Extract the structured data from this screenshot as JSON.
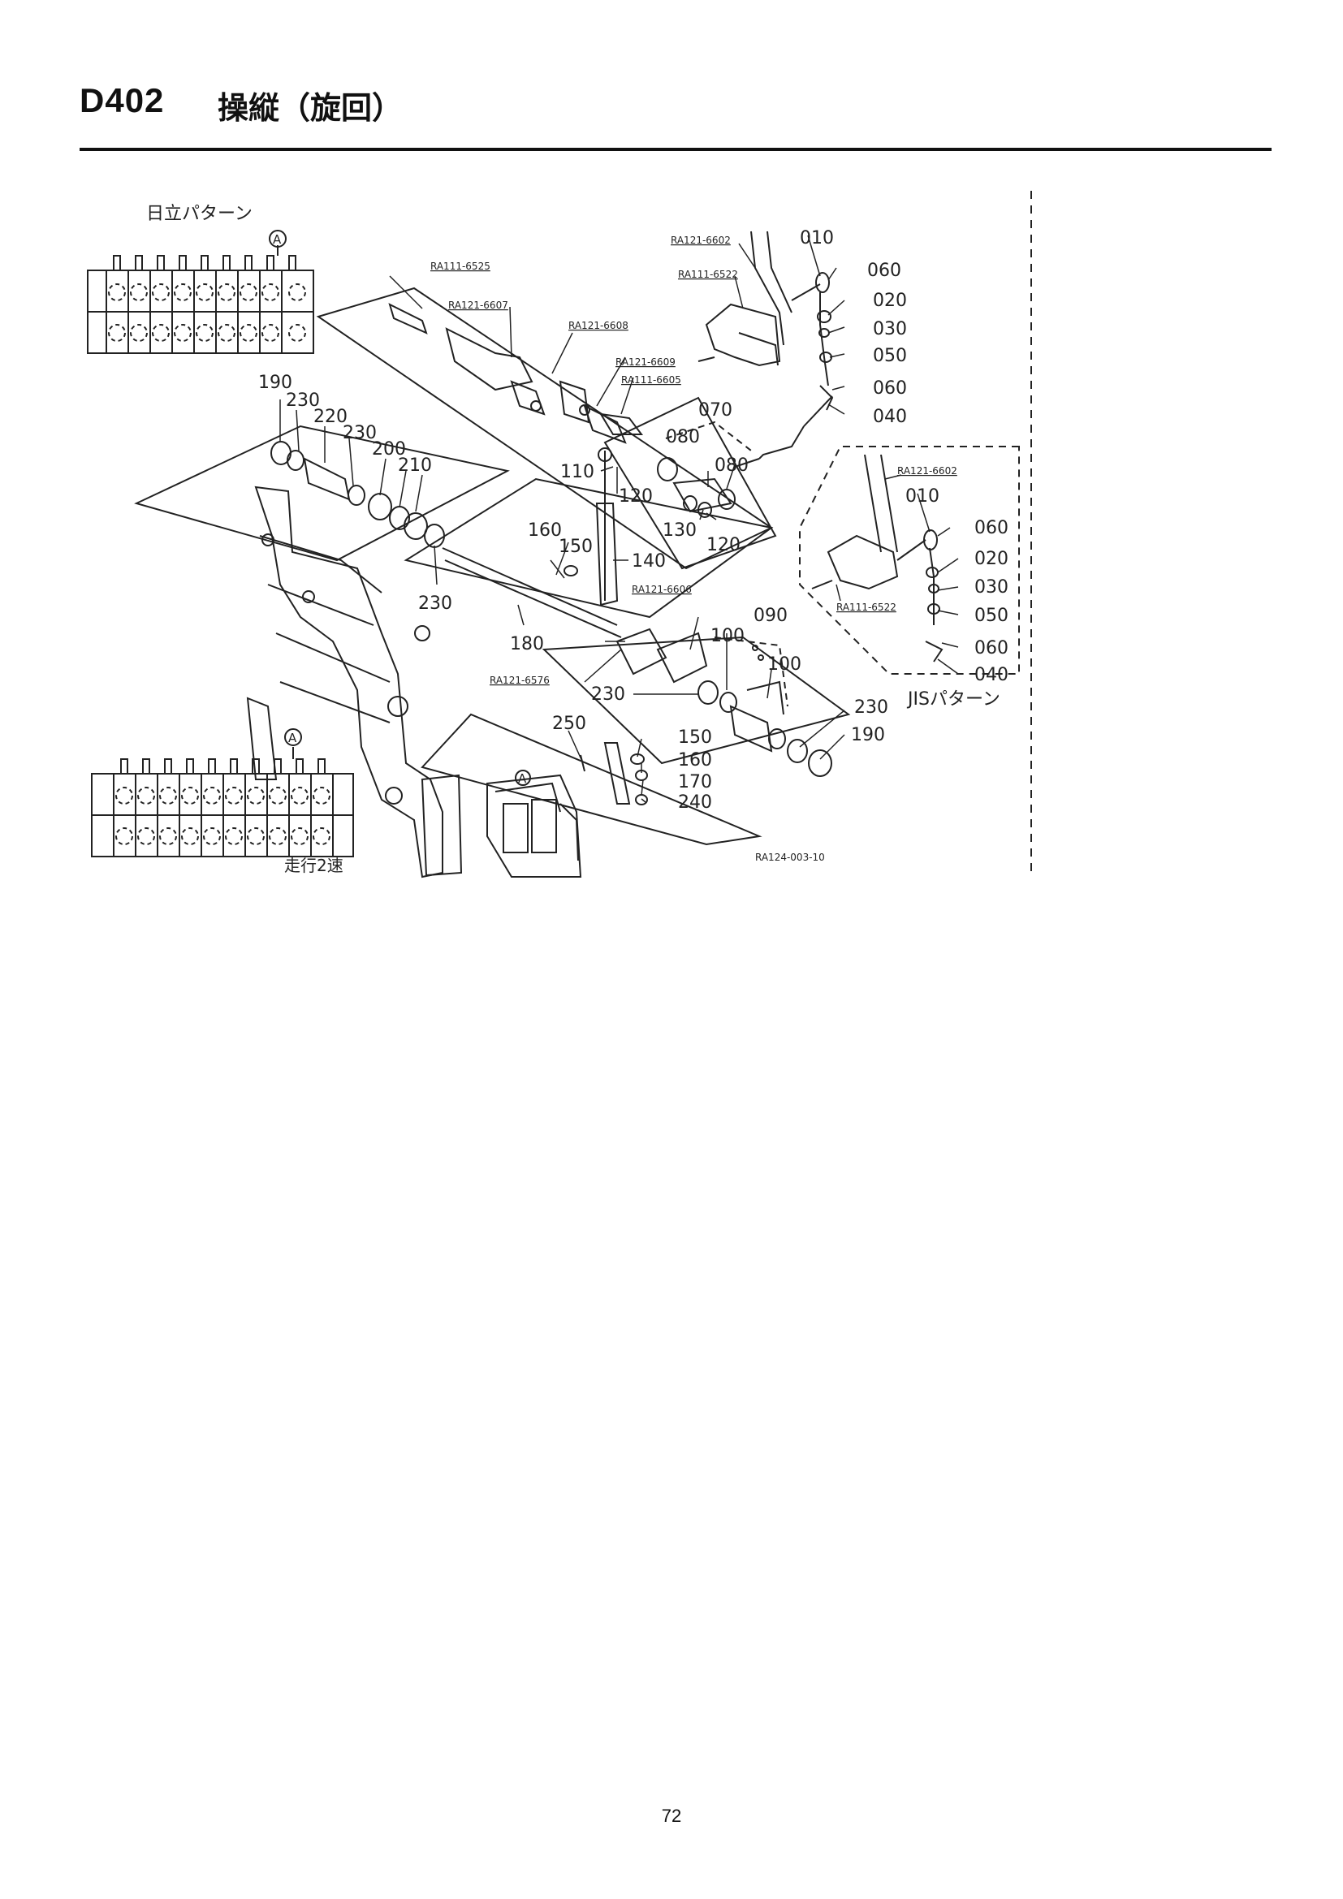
{
  "header": {
    "code": "D402",
    "title": "操縦（旋回）"
  },
  "diagram": {
    "pattern_labels": {
      "hitachi": "日立パターン",
      "jis": "JISパターン",
      "travel": "走行2速",
      "marker_a": "A"
    },
    "part_labels": [
      {
        "id": "p190a",
        "text": "190"
      },
      {
        "id": "p230a",
        "text": "230"
      },
      {
        "id": "p220",
        "text": "220"
      },
      {
        "id": "p230b",
        "text": "230"
      },
      {
        "id": "p200",
        "text": "200"
      },
      {
        "id": "p210",
        "text": "210"
      },
      {
        "id": "p230c",
        "text": "230"
      },
      {
        "id": "p160a",
        "text": "160"
      },
      {
        "id": "p150a",
        "text": "150"
      },
      {
        "id": "p140",
        "text": "140"
      },
      {
        "id": "p180",
        "text": "180"
      },
      {
        "id": "p110",
        "text": "110"
      },
      {
        "id": "p120a",
        "text": "120"
      },
      {
        "id": "p130",
        "text": "130"
      },
      {
        "id": "p120b",
        "text": "120"
      },
      {
        "id": "p070",
        "text": "070"
      },
      {
        "id": "p080a",
        "text": "080"
      },
      {
        "id": "p080b",
        "text": "080"
      },
      {
        "id": "p010a",
        "text": "010"
      },
      {
        "id": "p060a",
        "text": "060"
      },
      {
        "id": "p020a",
        "text": "020"
      },
      {
        "id": "p030a",
        "text": "030"
      },
      {
        "id": "p050a",
        "text": "050"
      },
      {
        "id": "p060b",
        "text": "060"
      },
      {
        "id": "p040a",
        "text": "040"
      },
      {
        "id": "p010b",
        "text": "010"
      },
      {
        "id": "p060c",
        "text": "060"
      },
      {
        "id": "p020b",
        "text": "020"
      },
      {
        "id": "p030b",
        "text": "030"
      },
      {
        "id": "p050b",
        "text": "050"
      },
      {
        "id": "p060d",
        "text": "060"
      },
      {
        "id": "p040b",
        "text": "040"
      },
      {
        "id": "p090",
        "text": "090"
      },
      {
        "id": "p100a",
        "text": "100"
      },
      {
        "id": "p100b",
        "text": "100"
      },
      {
        "id": "p230d",
        "text": "230"
      },
      {
        "id": "p230e",
        "text": "230"
      },
      {
        "id": "p190b",
        "text": "190"
      },
      {
        "id": "p250",
        "text": "250"
      },
      {
        "id": "p150b",
        "text": "150"
      },
      {
        "id": "p160b",
        "text": "160"
      },
      {
        "id": "p170",
        "text": "170"
      },
      {
        "id": "p240",
        "text": "240"
      }
    ],
    "ref_labels": [
      {
        "id": "r6525",
        "text": "RA111-6525"
      },
      {
        "id": "r6607",
        "text": "RA121-6607"
      },
      {
        "id": "r6608",
        "text": "RA121-6608"
      },
      {
        "id": "r6609",
        "text": "RA121-6609"
      },
      {
        "id": "r6605",
        "text": "RA111-6605"
      },
      {
        "id": "r6602a",
        "text": "RA121-6602"
      },
      {
        "id": "r6522a",
        "text": "RA111-6522"
      },
      {
        "id": "r6602b",
        "text": "RA121-6602"
      },
      {
        "id": "r6522b",
        "text": "RA111-6522"
      },
      {
        "id": "r6606",
        "text": "RA121-6606"
      },
      {
        "id": "r6576",
        "text": "RA121-6576"
      }
    ],
    "drawing_no": "RA124-003-10"
  },
  "footer": {
    "page": "72"
  }
}
